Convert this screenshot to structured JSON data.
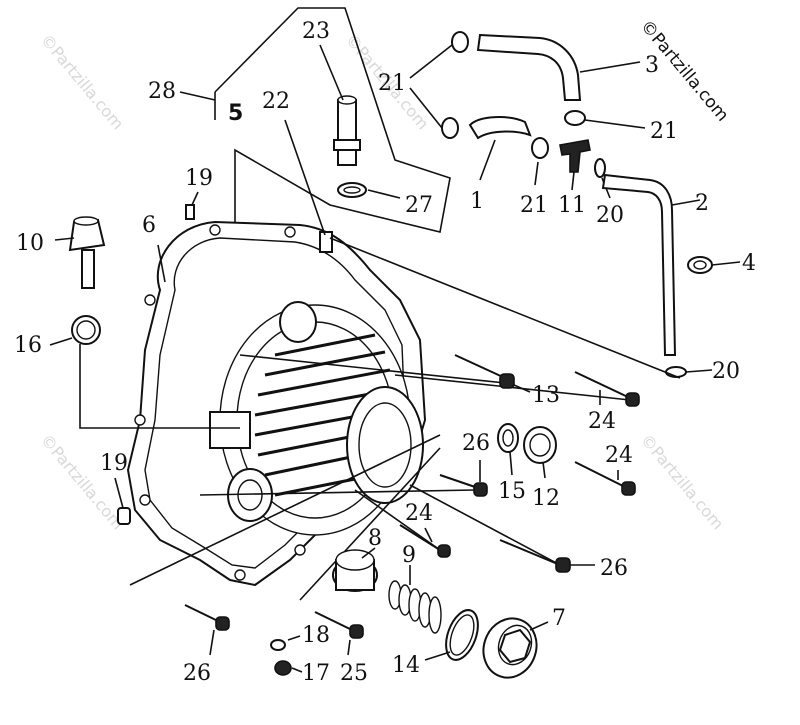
{
  "watermark": {
    "main": "©Partzilla.com",
    "faint": "©Partzilla.com"
  },
  "callouts": {
    "c1": "1",
    "c2": "2",
    "c3": "3",
    "c4": "4",
    "c5": "5",
    "c6": "6",
    "c7": "7",
    "c8": "8",
    "c9": "9",
    "c10": "10",
    "c11": "11",
    "c12": "12",
    "c13": "13",
    "c14": "14",
    "c15": "15",
    "c16": "16",
    "c17": "17",
    "c18": "18",
    "c19a": "19",
    "c19b": "19",
    "c20a": "20",
    "c20b": "20",
    "c21a": "21",
    "c21b": "21",
    "c21c": "21",
    "c22": "22",
    "c23": "23",
    "c24a": "24",
    "c24b": "24",
    "c24c": "24",
    "c25": "25",
    "c26a": "26",
    "c26b": "26",
    "c26c": "26",
    "c27": "27",
    "c28": "28"
  }
}
